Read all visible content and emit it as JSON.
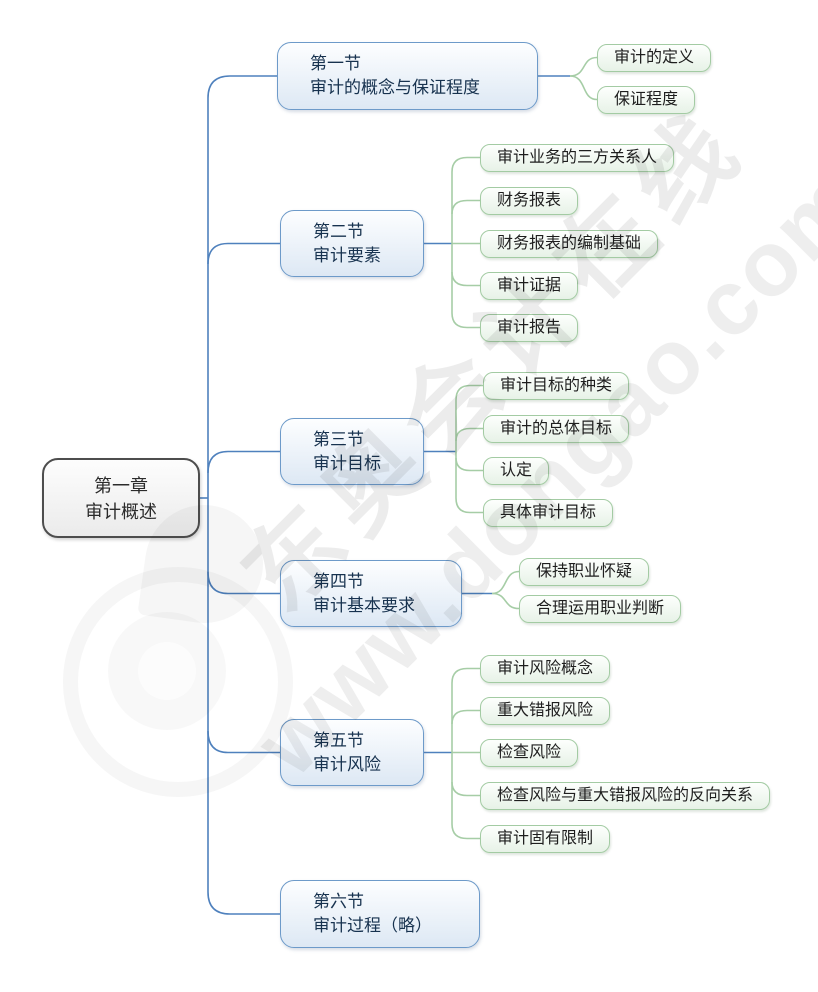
{
  "root": {
    "line1": "第一章",
    "line2": "审计概述"
  },
  "branches": [
    {
      "line1": "第一节",
      "line2": "审计的概念与保证程度",
      "children": [
        "审计的定义",
        "保证程度"
      ]
    },
    {
      "line1": "第二节",
      "line2": "审计要素",
      "children": [
        "审计业务的三方关系人",
        "财务报表",
        "财务报表的编制基础",
        "审计证据",
        "审计报告"
      ]
    },
    {
      "line1": "第三节",
      "line2": "审计目标",
      "children": [
        "审计目标的种类",
        "审计的总体目标",
        "认定",
        "具体审计目标"
      ]
    },
    {
      "line1": "第四节",
      "line2": "审计基本要求",
      "children": [
        "保持职业怀疑",
        "合理运用职业判断"
      ]
    },
    {
      "line1": "第五节",
      "line2": "审计风险",
      "children": [
        "审计风险概念",
        "重大错报风险",
        "检查风险",
        "检查风险与重大错报风险的反向关系",
        "审计固有限制"
      ]
    },
    {
      "line1": "第六节",
      "line2": "审计过程（略）",
      "children": []
    }
  ],
  "watermark": {
    "brand": "东奥会计在线",
    "url": "www.dongao.com"
  },
  "colors": {
    "branch_line": "#4f81bd",
    "child_line": "#a6cda6",
    "branch_border": "#6d9ac9",
    "branch_fill_bottom": "#dde8f4",
    "child_border": "#a3cba3",
    "child_fill_bottom": "#e7f2e7",
    "root_border": "#4d4d4d",
    "branch_text": "#17324f",
    "child_text": "#1e1e1e"
  }
}
